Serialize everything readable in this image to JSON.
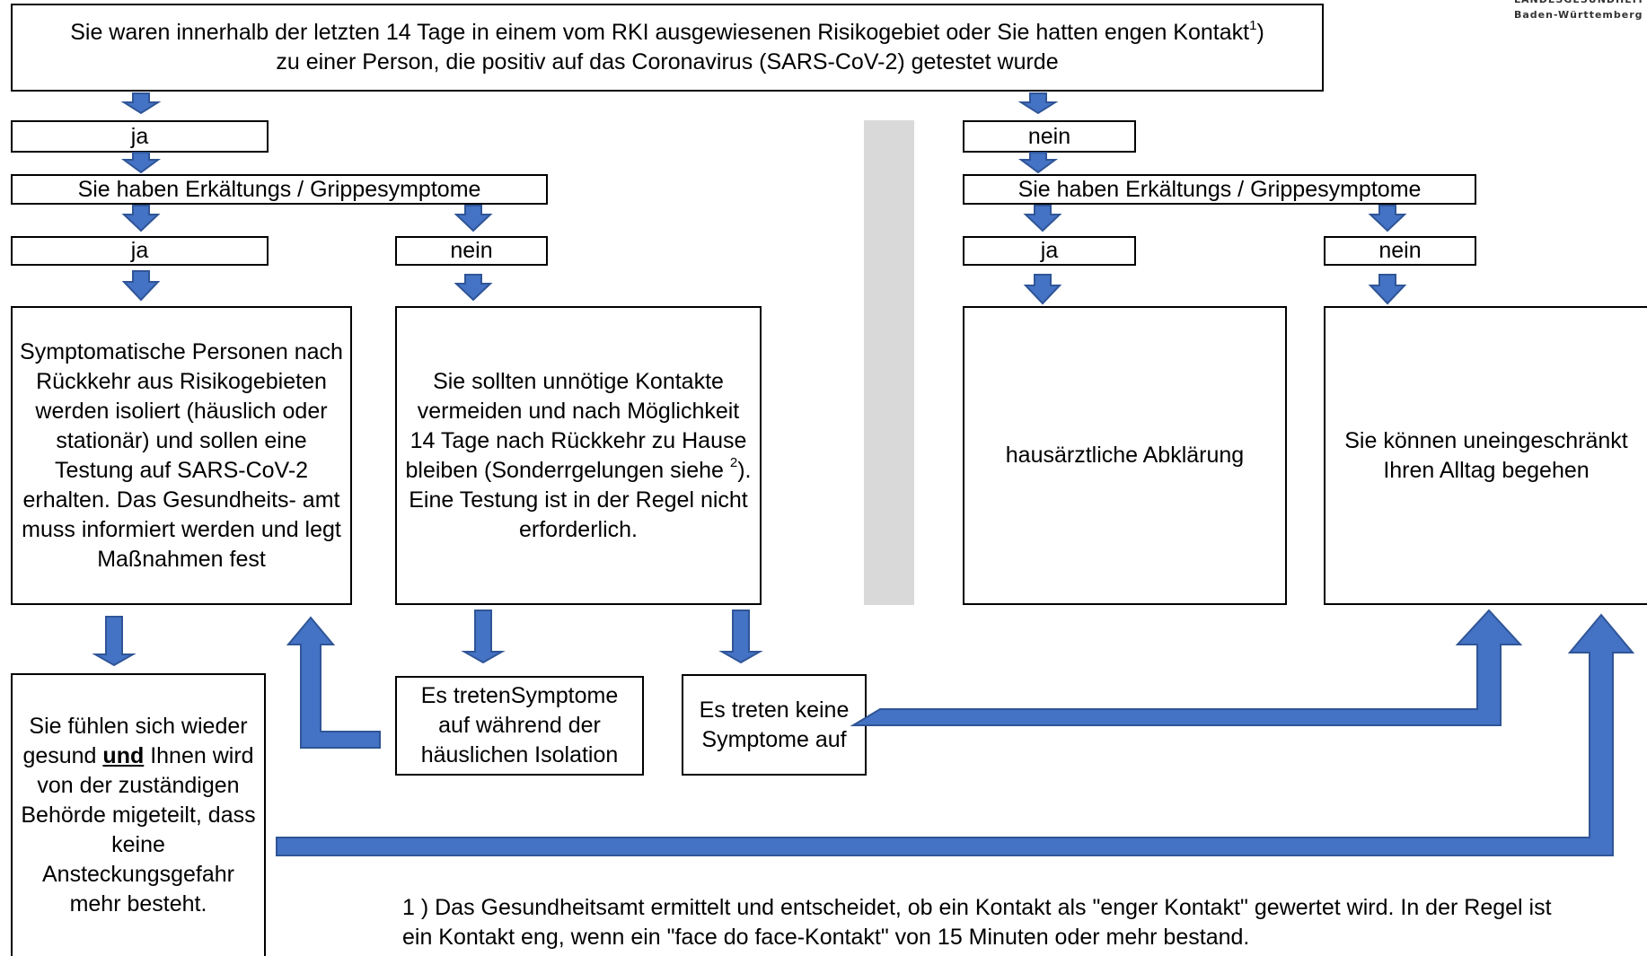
{
  "logo": {
    "line1": "LANDESGESUNDHEIT",
    "line2": "Baden-Württemberg"
  },
  "top_question": {
    "line1": "Sie waren innerhalb der letzten 14 Tage in einem vom RKI ausgewiesenen Risikogebiet oder Sie hatten engen Kontakt",
    "sup": "1",
    "line1_end": ")",
    "line2": "zu einer Person, die positiv auf das Coronavirus (SARS-CoV-2) getestet wurde"
  },
  "left_branch": {
    "answer": "ja",
    "symptom_question": "Sie haben Erkältungs / Grippesymptome",
    "yes_label": "ja",
    "no_label": "nein",
    "yes_result": "Symptomatische Personen nach Rückkehr aus Risikogebieten werden isoliert (häuslich oder stationär) und sollen eine Testung auf SARS-CoV-2 erhalten. Das Gesundheits- amt muss informiert werden und legt Maßnahmen fest",
    "no_result_part1": "Sie sollten unnötige Kontakte vermeiden und nach Möglichkeit 14 Tage nach Rückkehr zu Hause bleiben (Sonderrgelungen siehe",
    "no_result_sup": "2",
    "no_result_part2": "). Eine Testung ist in der Regel nicht erforderlich.",
    "recovered_part1": "Sie fühlen sich wieder gesund",
    "recovered_und": "und",
    "recovered_part2": "Ihnen wird von der zuständigen Behörde migeteilt, dass keine Ansteckungsgefahr mehr besteht.",
    "symptoms_appear": "Es tretenSymptome auf während der häuslichen Isolation",
    "no_symptoms": "Es treten keine Symptome auf"
  },
  "right_branch": {
    "answer": "nein",
    "symptom_question": "Sie haben Erkältungs / Grippesymptome",
    "yes_label": "ja",
    "no_label": "nein",
    "yes_result": "hausärztliche Abklärung",
    "no_result": "Sie können uneingeschränkt Ihren Alltag begehen"
  },
  "footnote": {
    "line1": "1 ) Das Gesundheitsamt ermittelt und entscheidet, ob ein Kontakt als \"enger Kontakt\" gewertet wird. In der Regel ist",
    "line2": "ein Kontakt eng, wenn ein \"face do face-Kontakt\" von 15 Minuten oder mehr bestand."
  },
  "colors": {
    "arrow_fill": "#4472c4",
    "arrow_stroke": "#2f5597",
    "divider": "#d9d9d9"
  }
}
